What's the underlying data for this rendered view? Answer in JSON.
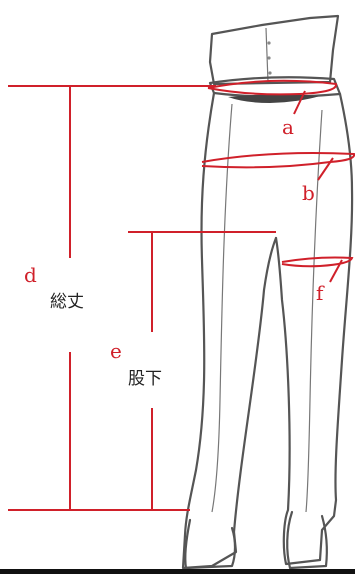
{
  "labels": {
    "a": "a",
    "b": "b",
    "f": "f",
    "d": "d",
    "e": "e",
    "d_text": "総丈",
    "e_text": "股下"
  },
  "colors": {
    "measure_line": "#d0202a",
    "outline": "#555555",
    "ground": "#111111"
  }
}
